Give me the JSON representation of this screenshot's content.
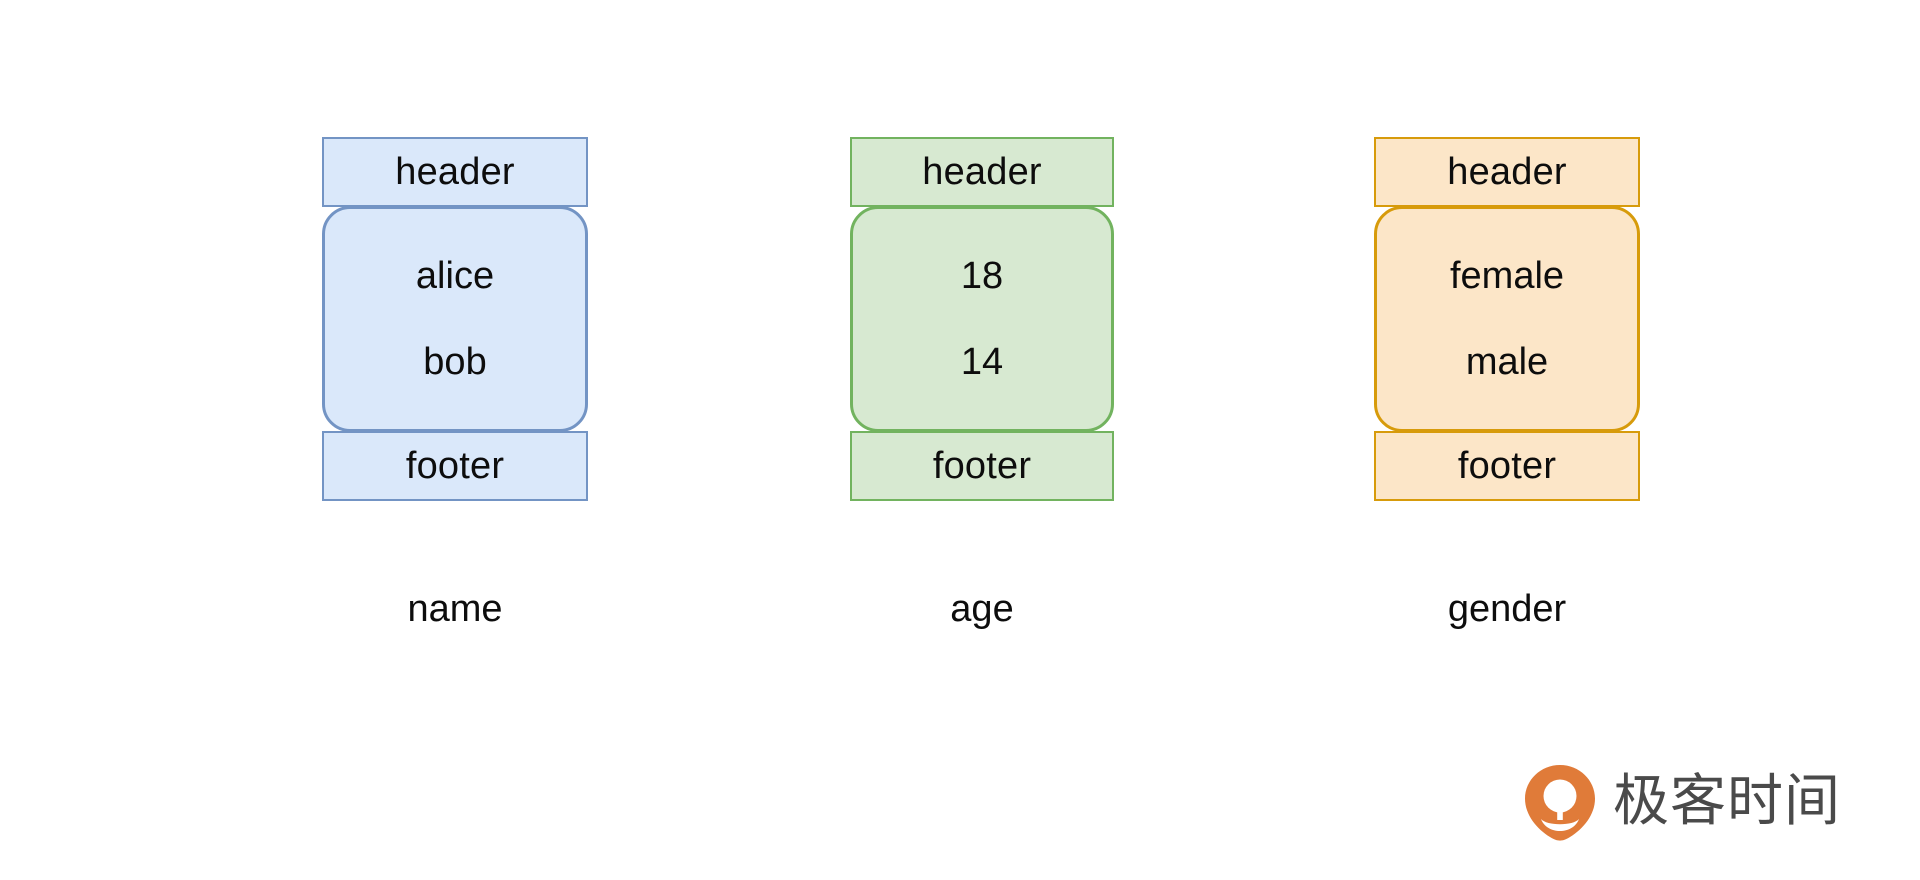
{
  "diagram": {
    "type": "columnar-storage-layout",
    "columns": [
      {
        "caption": "name",
        "accent": "#7394c4",
        "fill": "#dae8fa",
        "header_label": "header",
        "footer_label": "footer",
        "values": [
          "alice",
          "bob"
        ]
      },
      {
        "caption": "age",
        "accent": "#72b35f",
        "fill": "#d7e9d1",
        "header_label": "header",
        "footer_label": "footer",
        "values": [
          "18",
          "14"
        ]
      },
      {
        "caption": "gender",
        "accent": "#d79b0b",
        "fill": "#fce6c8",
        "header_label": "header",
        "footer_label": "footer",
        "values": [
          "female",
          "male"
        ]
      }
    ]
  },
  "watermark": {
    "text": "极客时间",
    "mark_color": "#e07b39",
    "text_color": "#4a4a4a",
    "icon": "geektime-logo-icon"
  }
}
